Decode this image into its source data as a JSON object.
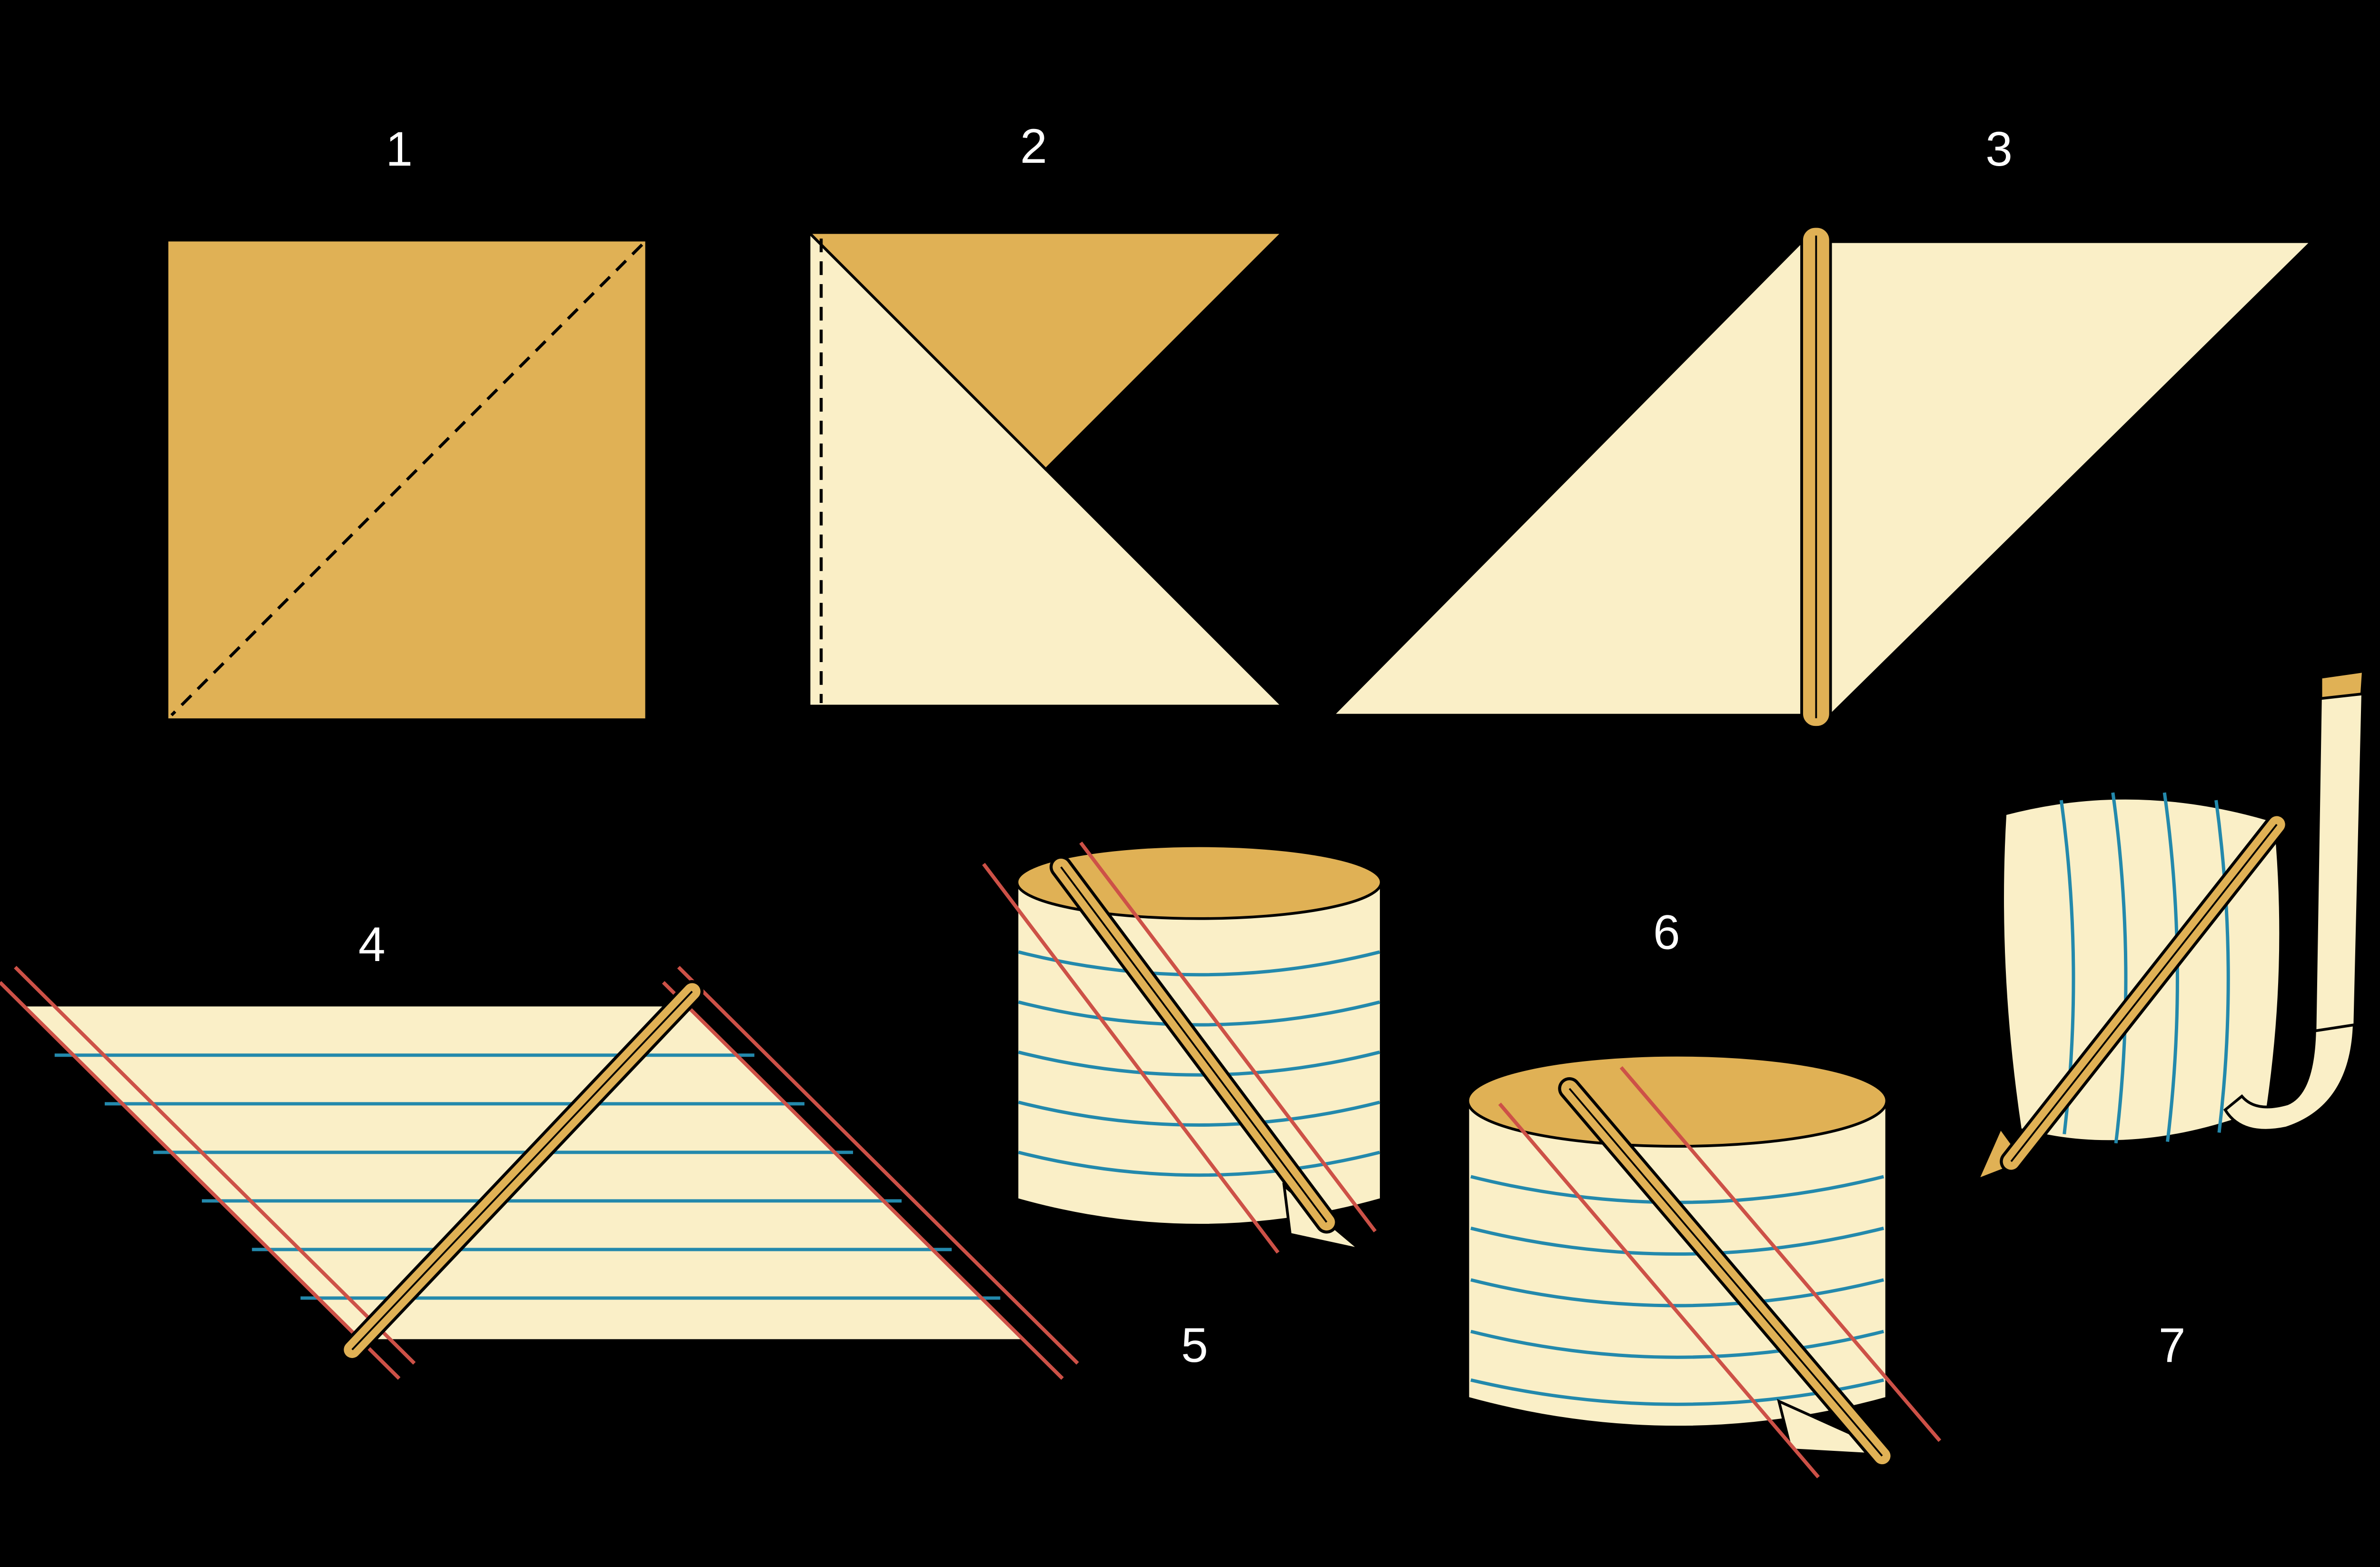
{
  "figure": {
    "background_color": "#000000",
    "colors": {
      "fabric_dark": "#E0B155",
      "fabric_light": "#FAEFC7",
      "fold_line_blue": "#2389AC",
      "cut_line_red": "#CD5147",
      "outline": "#000000",
      "label": "#FFFFFF"
    },
    "steps": [
      {
        "label": "1"
      },
      {
        "label": "2"
      },
      {
        "label": "3"
      },
      {
        "label": "4"
      },
      {
        "label": "5"
      },
      {
        "label": "6"
      },
      {
        "label": "7"
      }
    ]
  }
}
